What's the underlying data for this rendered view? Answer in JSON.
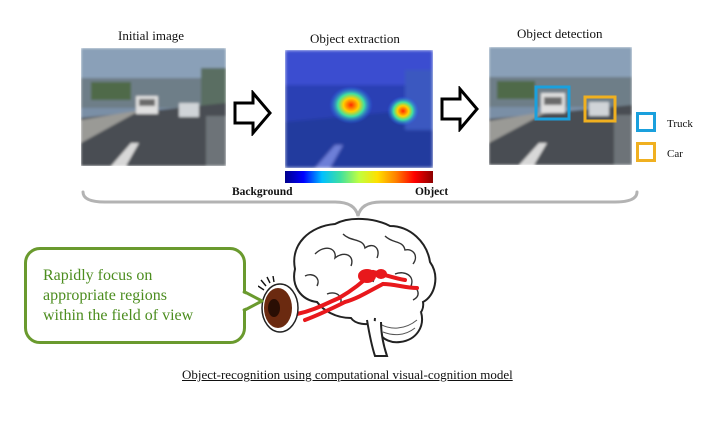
{
  "stages": {
    "initial": {
      "title": "Initial image"
    },
    "extraction": {
      "title": "Object extraction"
    },
    "detection": {
      "title": "Object detection"
    }
  },
  "colorbar": {
    "left_label": "Background",
    "right_label": "Object"
  },
  "legend": [
    {
      "label": "Truck",
      "color": "#1aa0dd"
    },
    {
      "label": "Car",
      "color": "#f0b020"
    }
  ],
  "bubble": {
    "lines": [
      "Rapidly focus on",
      "appropriate regions",
      "within the field of view"
    ]
  },
  "caption": "Object-recognition using computational visual-cognition model"
}
